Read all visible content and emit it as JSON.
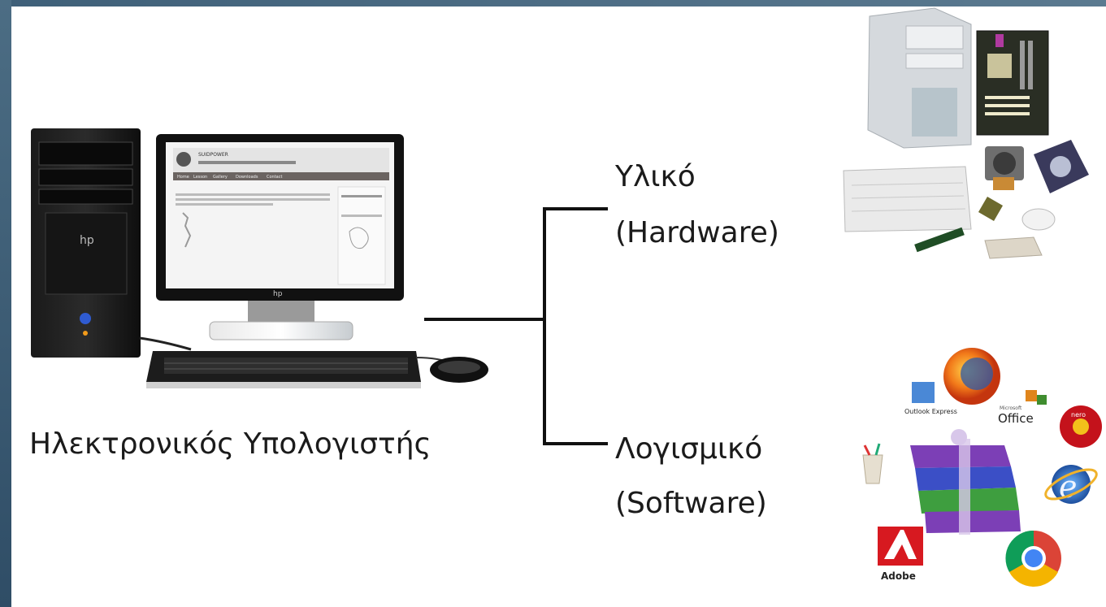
{
  "diagram": {
    "root": {
      "label": "Ηλεκτρονικός Υπολογιστής"
    },
    "branches": [
      {
        "title": "Υλικό",
        "subtitle": "(Hardware)"
      },
      {
        "title": "Λογισμικό",
        "subtitle": "(Software)"
      }
    ]
  },
  "monitor_screen": {
    "header_title": "SUIDPOWER",
    "menu_items": [
      "Home",
      "Lesson",
      "Gallery",
      "Downloads",
      "Contact"
    ]
  },
  "software_logos": {
    "outlook": "Outlook Express",
    "office_small": "Microsoft",
    "office": "Office",
    "nero": "nero",
    "adobe": "Adobe"
  },
  "colors": {
    "frame": "#3f5f78",
    "background": "#ffffff",
    "connector": "#111111",
    "text": "#1b1b1b"
  }
}
